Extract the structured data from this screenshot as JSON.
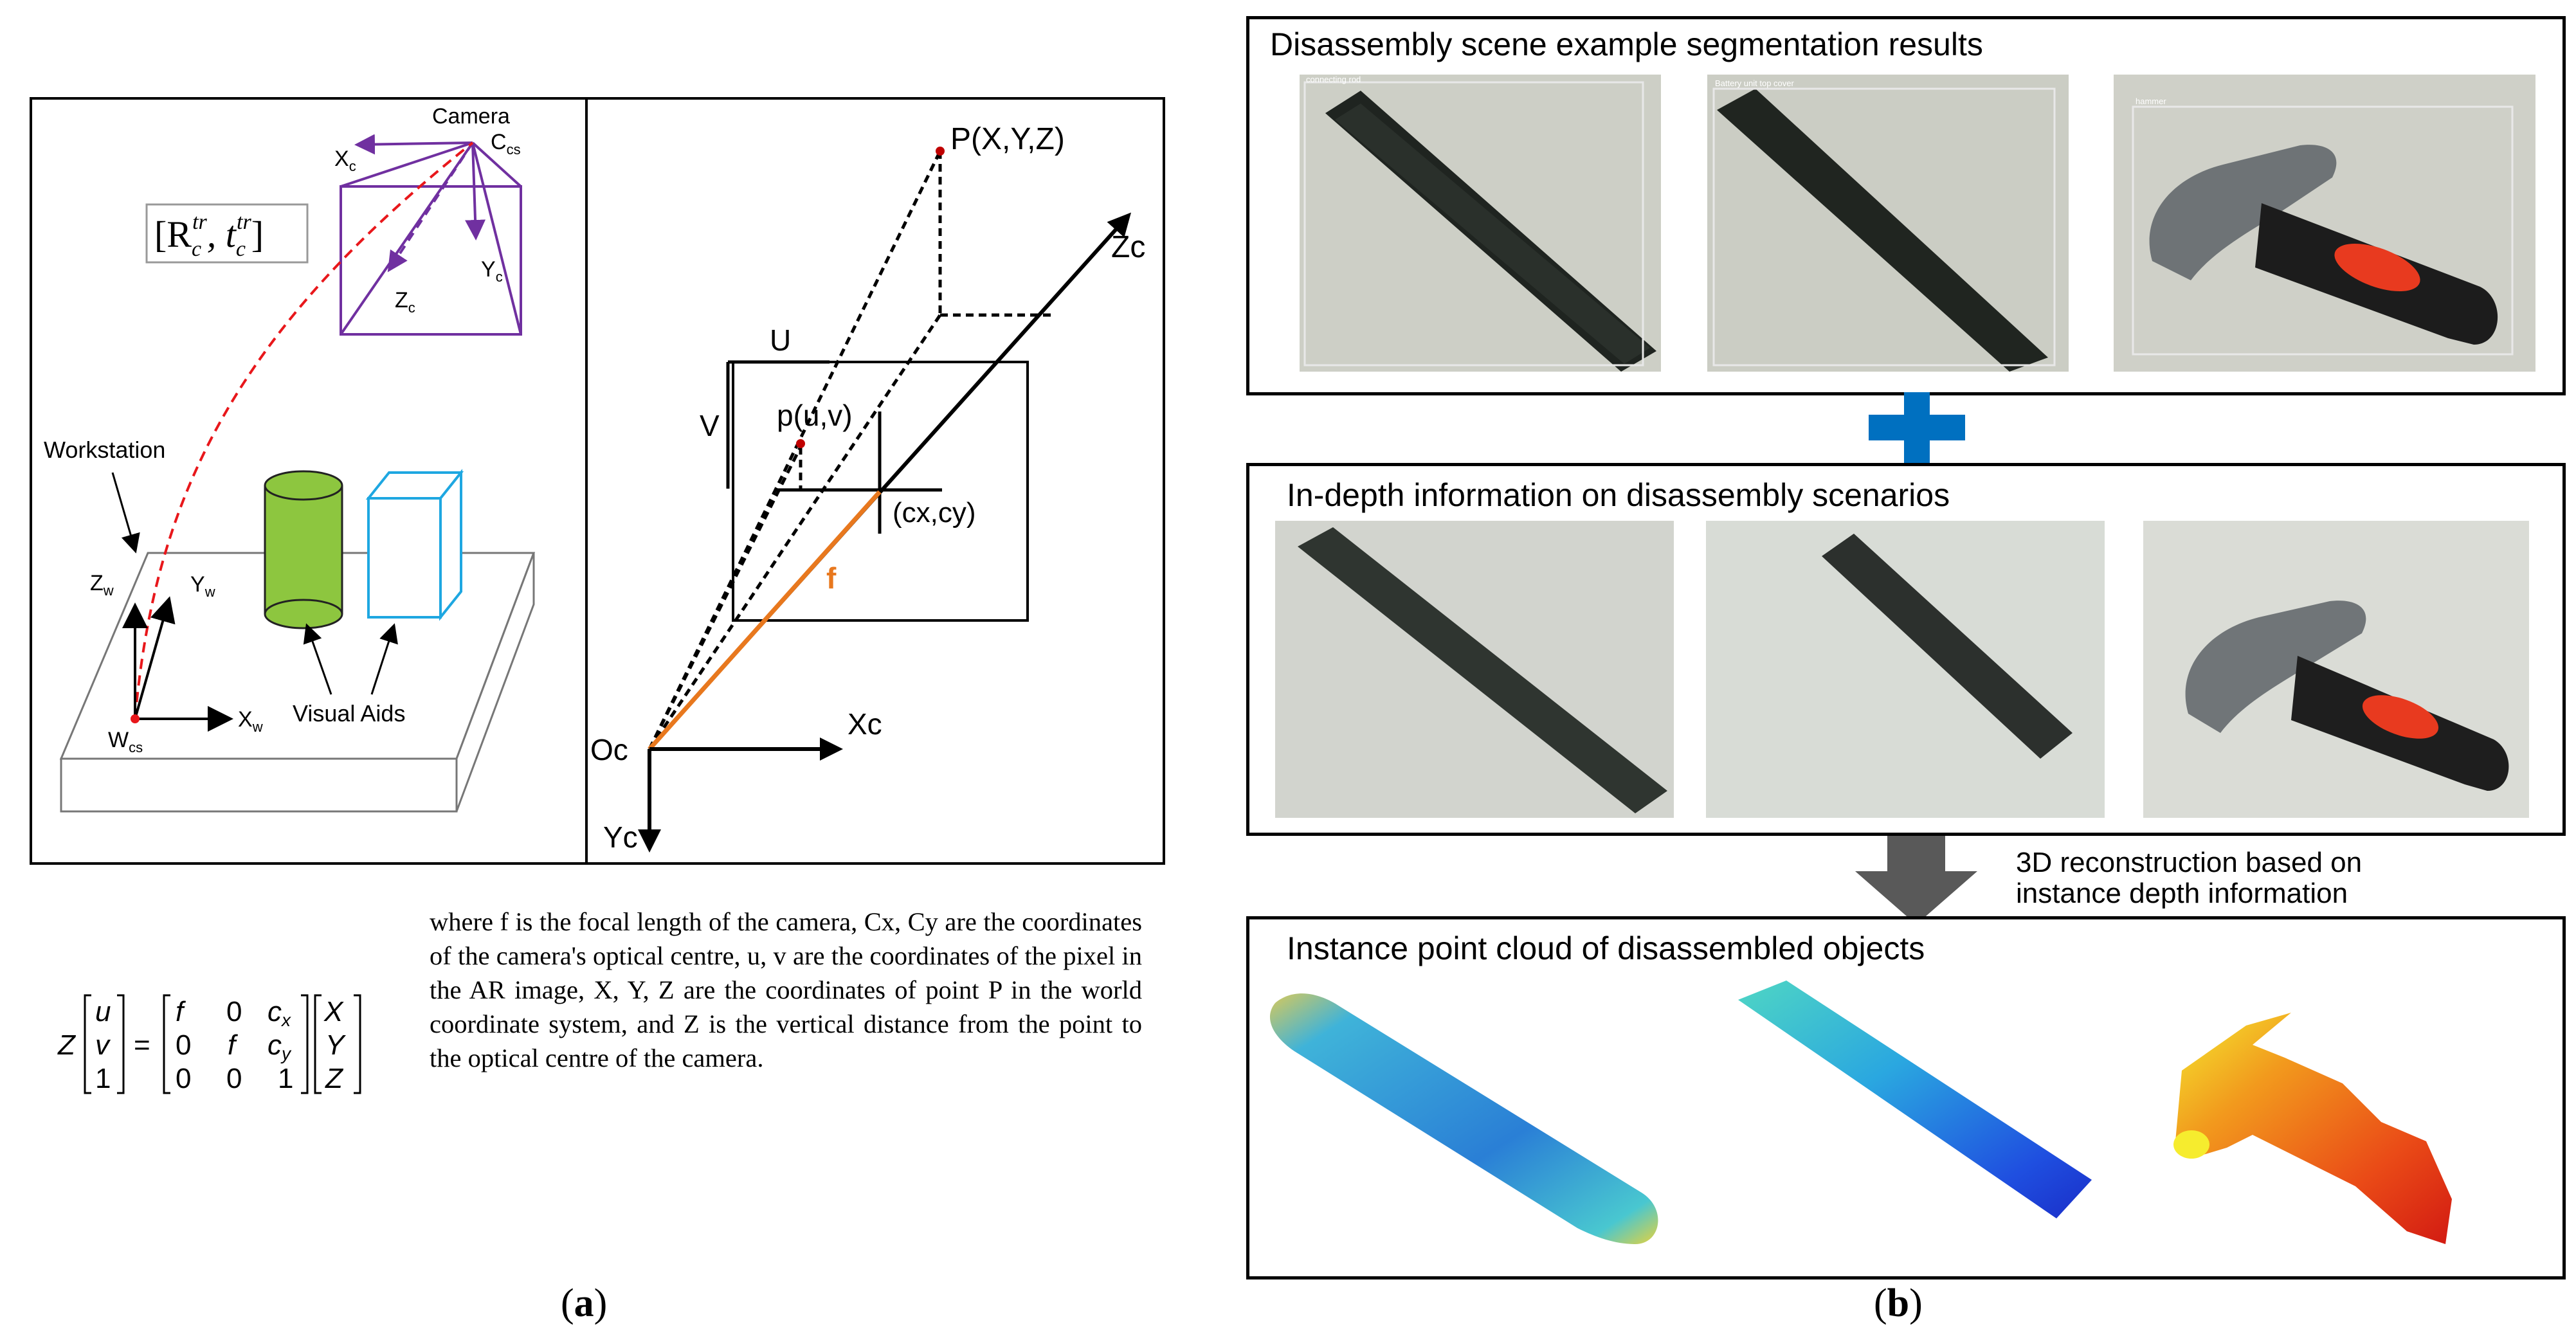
{
  "panel_a": {
    "left_diagram": {
      "camera_label": "Camera",
      "camera_origin": "C",
      "camera_origin_sub": "cs",
      "transform_label": "[R",
      "transform_R_sup": "tr",
      "transform_R_sub": "c",
      "transform_t": ", t",
      "transform_t_sup": "tr",
      "transform_t_sub": "c",
      "transform_close": "]",
      "xc_main": "X",
      "xc_sub": "c",
      "yc_main": "Y",
      "yc_sub": "c",
      "zc_main": "Z",
      "zc_sub": "c",
      "workstation_label": "Workstation",
      "zw_main": "Z",
      "zw_sub": "w",
      "yw_main": "Y",
      "yw_sub": "w",
      "xw_main": "X",
      "xw_sub": "w",
      "world_origin": "W",
      "world_origin_sub": "cs",
      "visual_aids_label": "Visual Aids",
      "colors": {
        "camera_purple": "#7030a0",
        "transform_red": "#e8171b",
        "cylinder_green": "#8dc63f",
        "box_cyan": "#1ea7e1"
      }
    },
    "right_diagram": {
      "point_P": "P(X,Y,Z)",
      "zc": "Zc",
      "u": "U",
      "v": "V",
      "point_p": "p(u,v)",
      "principal": "(cx,cy)",
      "focal": "f",
      "oc": "Oc",
      "xc": "Xc",
      "yc": "Yc",
      "colors": {
        "focal_orange": "#e8781e",
        "point_red": "#c00000"
      }
    },
    "equation": {
      "lhs": "Z",
      "vec_uv1": [
        "u",
        "v",
        "1"
      ],
      "eq": "=",
      "matrix": [
        [
          "f",
          "0",
          "c"
        ],
        [
          "0",
          "f",
          "c"
        ],
        [
          "0",
          "0",
          "1"
        ]
      ],
      "matrix_subs": {
        "cx": "x",
        "cy": "y"
      },
      "vec_xyz": [
        "X",
        "Y",
        "Z"
      ]
    },
    "description": "where f is the focal length of the camera, Cx, Cy are the coordinates of the camera's optical centre, u, v are the coordinates of the pixel in the AR image, X, Y, Z are the coordinates of point P in the world coordinate system, and Z is the vertical distance from the point to the optical centre of the camera.",
    "caption_open": "(",
    "caption_letter": "a",
    "caption_close": ")"
  },
  "panel_b": {
    "segmentation_title": "Disassembly scene example segmentation results",
    "segmentation_labels": [
      "connecting rod",
      "Battery unit top cover",
      "hammer"
    ],
    "depth_title": "In-depth information on disassembly scenarios",
    "reconstruction_note_line1": "3D reconstruction based on",
    "reconstruction_note_line2": "instance depth information",
    "pointcloud_title": "Instance point cloud of disassembled objects",
    "caption_open": "(",
    "caption_letter": "b",
    "caption_close": ")",
    "colors": {
      "plus_blue": "#0070c0",
      "arrow_gray": "#595959",
      "table_bg": "#cfd0c8"
    }
  }
}
